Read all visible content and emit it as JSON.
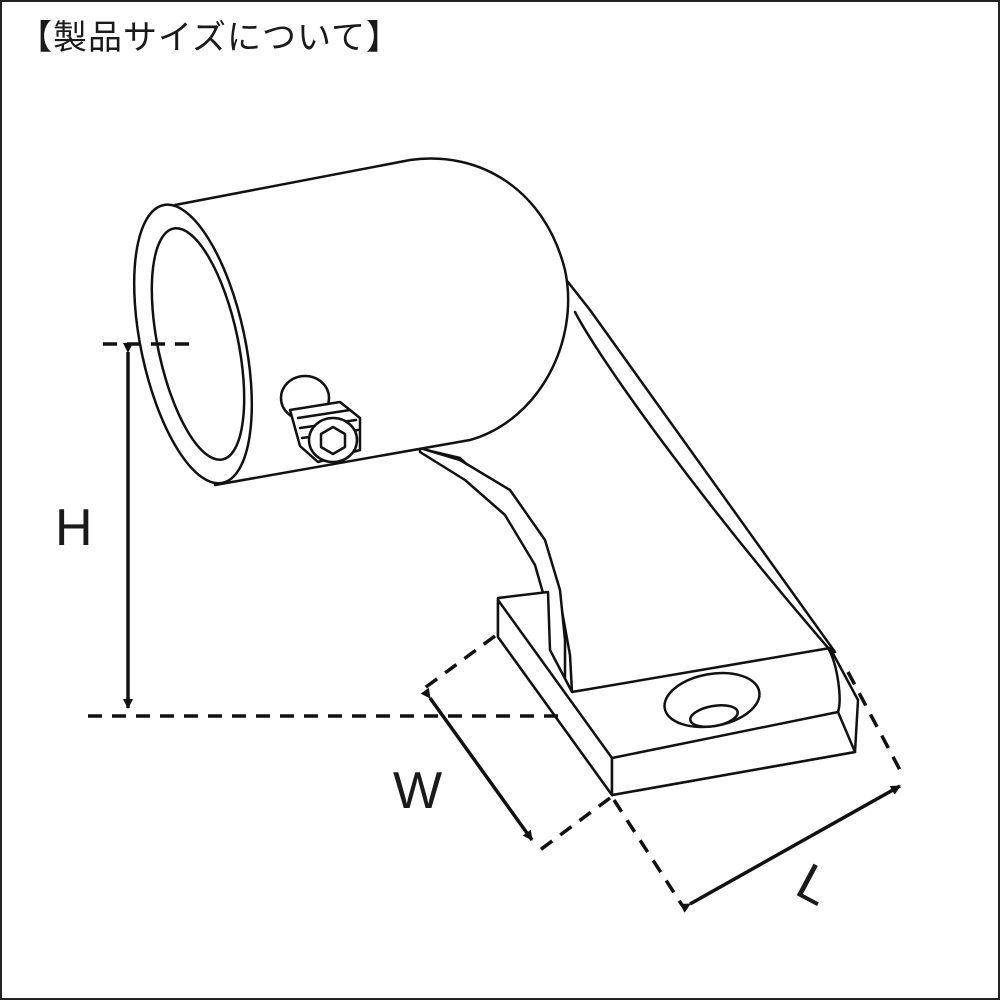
{
  "page": {
    "title": "【製品サイズについて】"
  },
  "dimensions": {
    "height_label": "H",
    "width_label": "W",
    "length_label": "L"
  },
  "colors": {
    "line": "#111111",
    "background": "#ffffff",
    "frame": "#222222"
  },
  "icons": {
    "screw": "hex-socket-set-screw-icon",
    "mount_hole": "countersunk-hole-icon"
  }
}
